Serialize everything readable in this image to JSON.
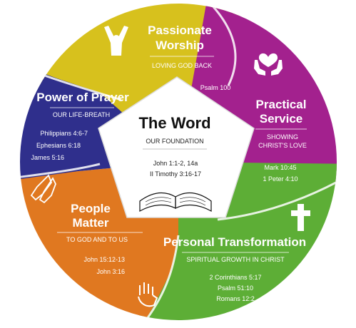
{
  "colors": {
    "worship": "#d7c11d",
    "service": "#a3218e",
    "transformation": "#5dae36",
    "people": "#e07820",
    "prayer": "#2f2f8c",
    "center": "#ffffff",
    "text_light": "#ffffff",
    "text_dark": "#111111"
  },
  "center": {
    "title": "The Word",
    "subtitle": "OUR FOUNDATION",
    "refs": [
      "John 1:1-2, 14a",
      "II Timothy 3:16-17"
    ],
    "icon": "open-bible-icon"
  },
  "segments": {
    "worship": {
      "title_lines": [
        "Passionate",
        "Worship"
      ],
      "subtitle_lines": [
        "LOVING GOD BACK"
      ],
      "refs": [
        "Psalm 100"
      ],
      "icon": "raised-hands-person-icon"
    },
    "service": {
      "title_lines": [
        "Practical",
        "Service"
      ],
      "subtitle_lines": [
        "SHOWING",
        "CHRIST'S LOVE"
      ],
      "refs": [
        "Mark 10:45",
        "1 Peter 4:10"
      ],
      "icon": "hands-holding-heart-icon"
    },
    "transformation": {
      "title_lines": [
        "Personal Transformation"
      ],
      "subtitle_lines": [
        "SPIRITUAL GROWTH IN CHRIST"
      ],
      "refs": [
        "2 Corinthians 5:17",
        "Psalm 51:10",
        "Romans 12:2"
      ],
      "icon": "cross-icon"
    },
    "people": {
      "title_lines": [
        "People",
        "Matter"
      ],
      "subtitle_lines": [
        "TO GOD AND TO US"
      ],
      "refs": [
        "John 15:12-13",
        "John 3:16"
      ],
      "icon": "helping-hands-icon"
    },
    "prayer": {
      "title_lines": [
        "Power of Prayer"
      ],
      "subtitle_lines": [
        "OUR LIFE-BREATH"
      ],
      "refs": [
        "Philippians 4:6-7",
        "Ephesians 6:18",
        "James 5:16"
      ],
      "icon": "praying-hands-icon"
    }
  }
}
